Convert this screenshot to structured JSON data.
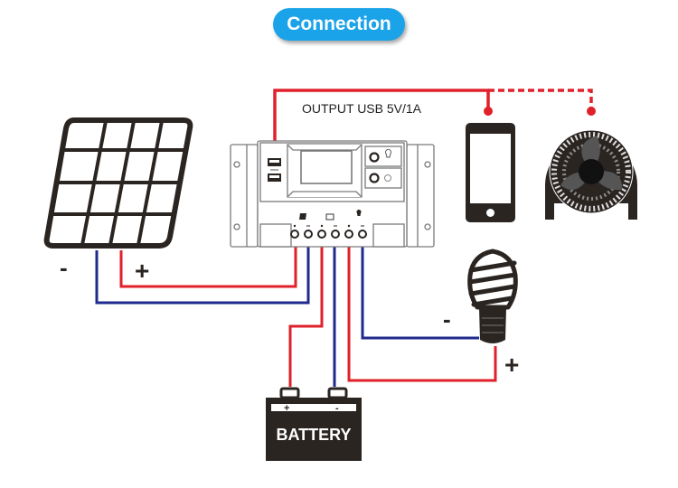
{
  "title": "Connection",
  "labels": {
    "usb_output": "OUTPUT USB 5V/1A",
    "panel_negative": "-",
    "panel_positive": "+",
    "load_negative": "-",
    "load_positive": "+",
    "battery": "BATTERY",
    "battery_positive": "+",
    "battery_negative": "-"
  },
  "components": {
    "solar_panel": "solar-panel",
    "controller": "charge-controller",
    "phone": "smartphone",
    "fan": "usb-fan",
    "bulb": "light-bulb",
    "battery": "battery"
  },
  "colors": {
    "title_bg": "#1aa3e8",
    "positive_wire": "#e0202a",
    "negative_wire": "#1f2a8c",
    "device_dark": "#2b2522",
    "outline": "#7a7a7a"
  }
}
